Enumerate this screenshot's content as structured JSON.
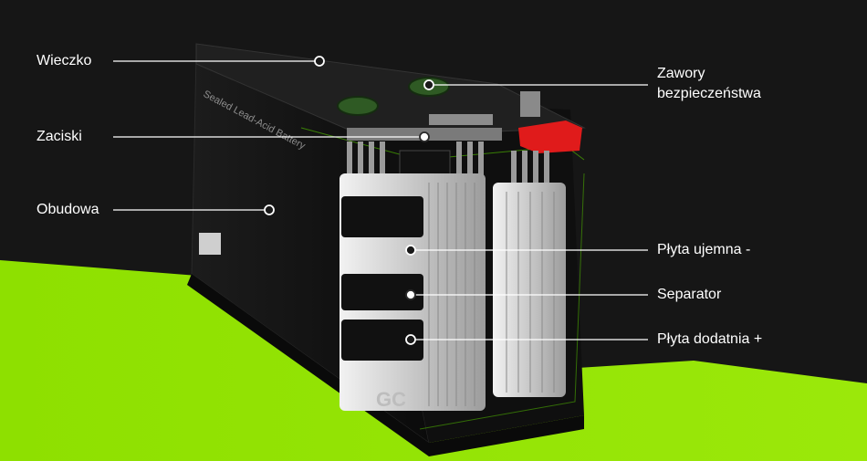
{
  "labels": {
    "lid": "Wieczko",
    "terminals": "Zaciski",
    "case": "Obudowa",
    "valves_line1": "Zawory",
    "valves_line2": "bezpieczeństwa",
    "negative_plate": "Płyta ujemna -",
    "separator": "Separator",
    "positive_plate": "Płyta dodatnia +"
  },
  "battery_print": {
    "title": "Sealed Lead-Acid Battery",
    "brand_mark": "GC"
  },
  "colors": {
    "background": "#161616",
    "accent_green": "#8ee000",
    "terminal_red": "#e01b1b",
    "plate_silver": "#d9d9d9"
  }
}
